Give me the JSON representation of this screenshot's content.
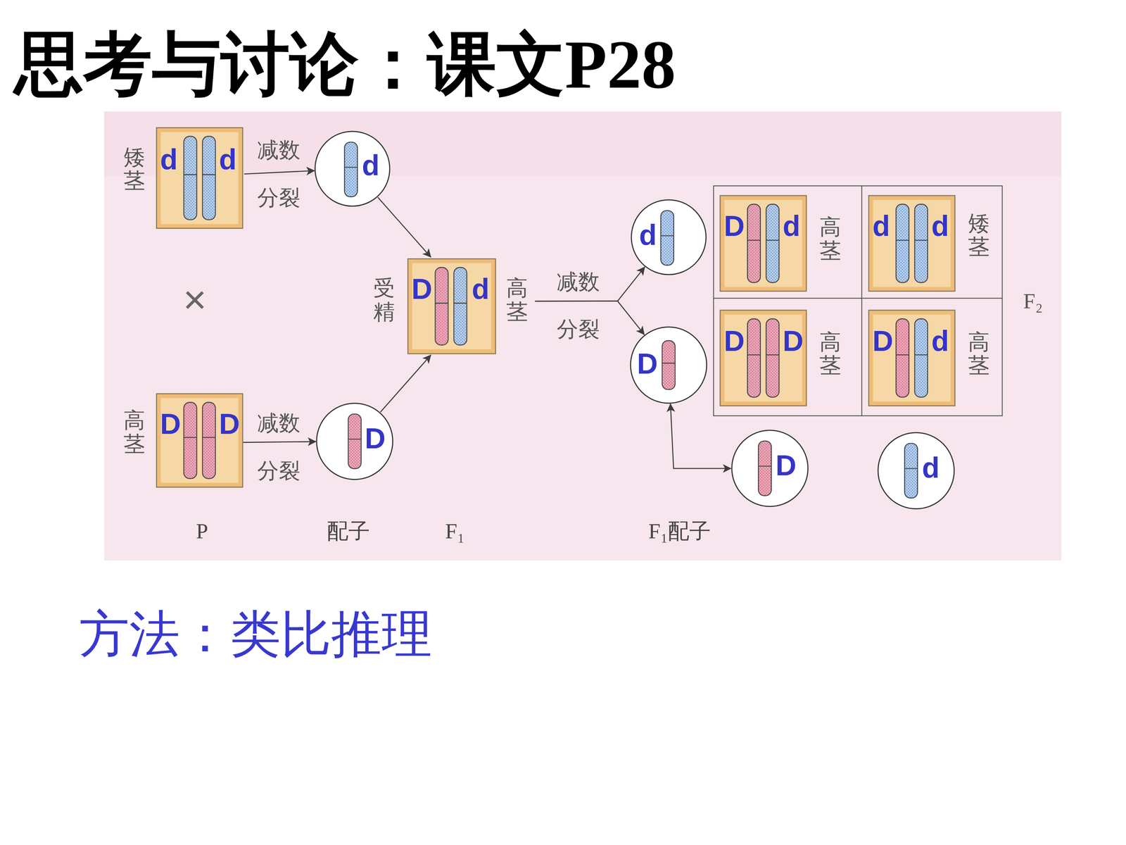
{
  "diagram": {
    "title": "思考与讨论：课文P28",
    "nodes": [
      {
        "text": [
          "矮茎",
          "d",
          "d"
        ]
      },
      {
        "text": [
          "d"
        ]
      },
      {
        "text": [
          "高茎",
          "D",
          "D"
        ]
      },
      {
        "text": [
          "D"
        ]
      },
      {
        "text": [
          "受精",
          "D",
          "d",
          "高茎"
        ]
      },
      {
        "text": [
          "d"
        ]
      },
      {
        "text": [
          "D"
        ]
      },
      {
        "text": [
          "F₂"
        ]
      },
      {
        "text": [
          "D",
          "d",
          "高茎"
        ],
        "in": 7
      },
      {
        "text": [
          "d",
          "d",
          "矮茎"
        ],
        "in": 7
      },
      {
        "text": [
          "D",
          "D",
          "高茎"
        ],
        "in": 7
      },
      {
        "text": [
          "D",
          "d",
          "高茎"
        ],
        "in": 7
      },
      {
        "text": [
          "D"
        ]
      },
      {
        "text": [
          "d"
        ]
      }
    ],
    "edges": [
      {
        "from": 0,
        "to": 1,
        "arrow": "to",
        "label": "减数分裂"
      },
      {
        "from": 2,
        "to": 3,
        "arrow": "to",
        "label": "减数分裂"
      },
      {
        "from": 1,
        "to": 4,
        "arrow": "to"
      },
      {
        "from": 3,
        "to": 4,
        "arrow": "to"
      },
      {
        "from": 4,
        "to": 5,
        "arrow": "to",
        "label": "减数分裂"
      },
      {
        "from": 4,
        "to": 6,
        "arrow": "to"
      },
      {
        "from": 12,
        "to": 6,
        "arrow": "both"
      }
    ],
    "labels": [
      "×",
      "P",
      "配子",
      "F₁",
      "F₁配子",
      "方法：类比推理"
    ]
  }
}
